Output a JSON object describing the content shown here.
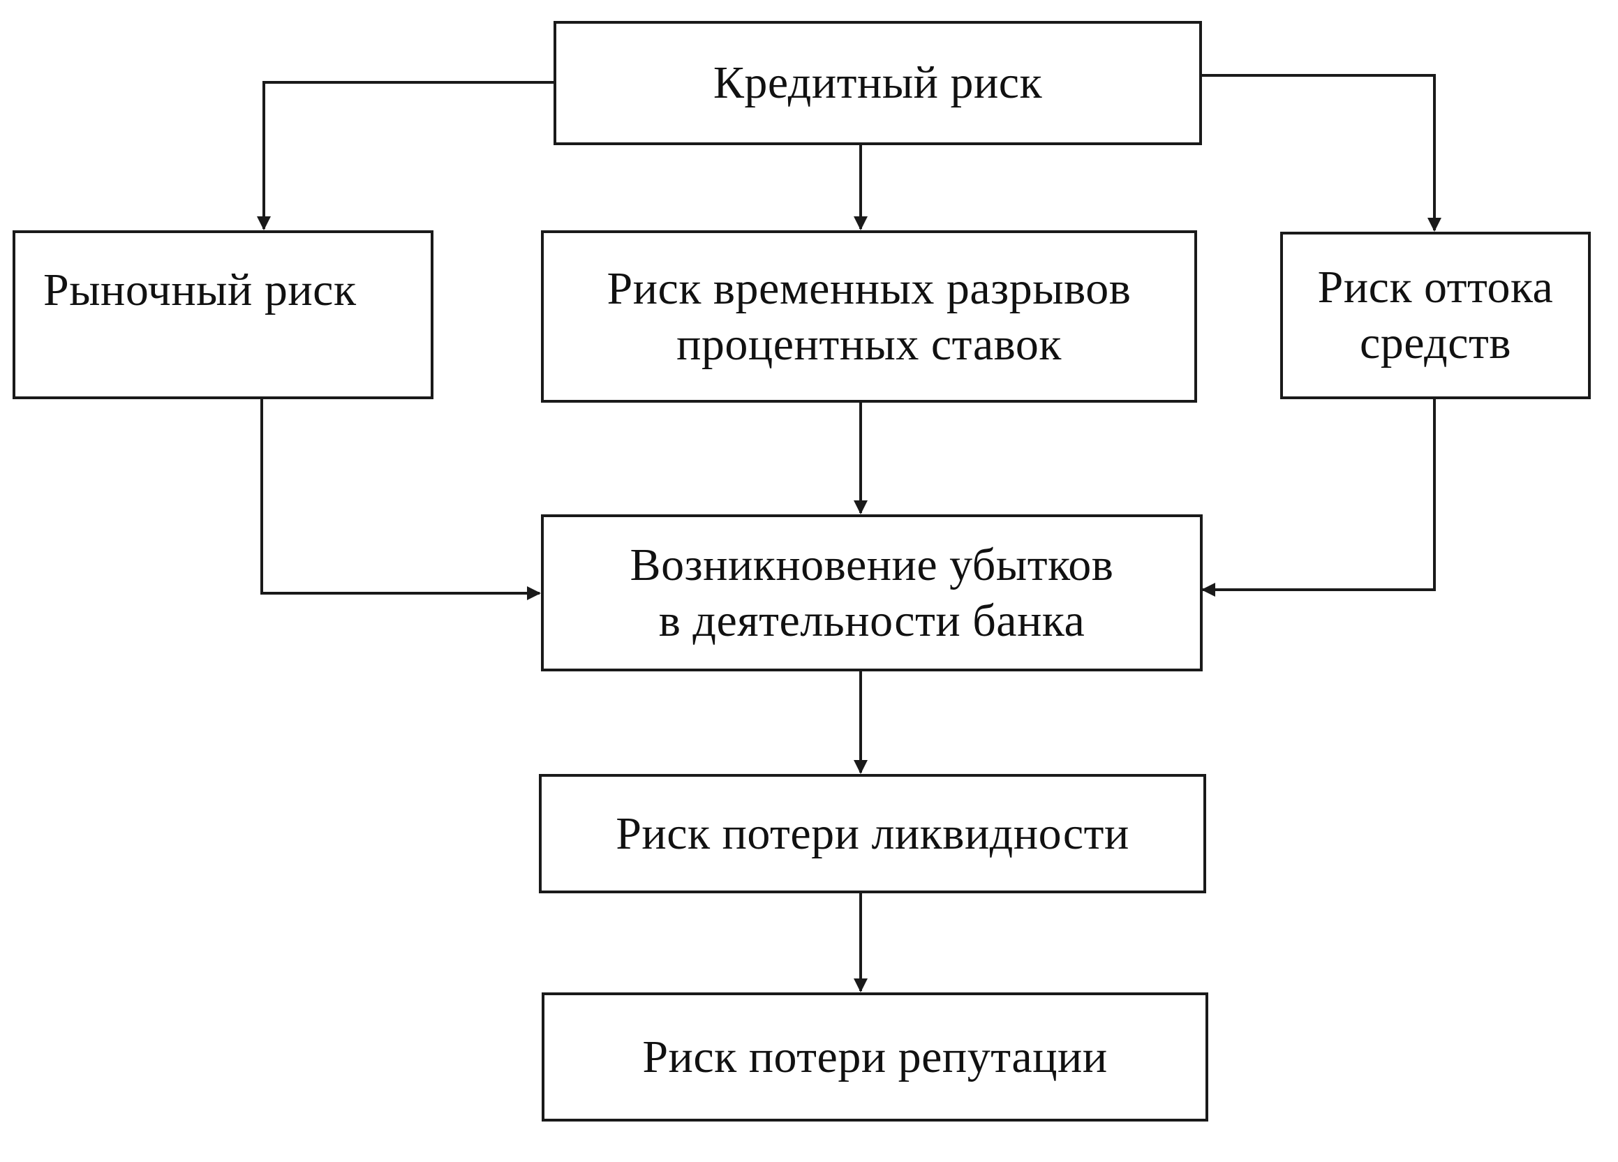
{
  "diagram": {
    "nodes": {
      "credit_risk": {
        "lines": [
          "Кредитный риск"
        ]
      },
      "market_risk": {
        "lines": [
          "Рыночный риск"
        ]
      },
      "interest_gap_risk": {
        "lines": [
          "Риск временных разрывов",
          "процентных ставок"
        ]
      },
      "outflow_risk": {
        "lines": [
          "Риск оттока",
          "средств"
        ]
      },
      "bank_losses": {
        "lines": [
          "Возникновение убытков",
          "в деятельности банка"
        ]
      },
      "liquidity_risk": {
        "lines": [
          "Риск потери ликвидности"
        ]
      },
      "reputation_risk": {
        "lines": [
          "Риск потери репутации"
        ]
      }
    },
    "edges": [
      {
        "from": "credit_risk",
        "to": "market_risk"
      },
      {
        "from": "credit_risk",
        "to": "interest_gap_risk"
      },
      {
        "from": "credit_risk",
        "to": "outflow_risk"
      },
      {
        "from": "market_risk",
        "to": "bank_losses"
      },
      {
        "from": "interest_gap_risk",
        "to": "bank_losses"
      },
      {
        "from": "outflow_risk",
        "to": "bank_losses"
      },
      {
        "from": "bank_losses",
        "to": "liquidity_risk"
      },
      {
        "from": "liquidity_risk",
        "to": "reputation_risk"
      }
    ],
    "colors": {
      "stroke": "#1a1a1a",
      "background": "#ffffff"
    }
  }
}
